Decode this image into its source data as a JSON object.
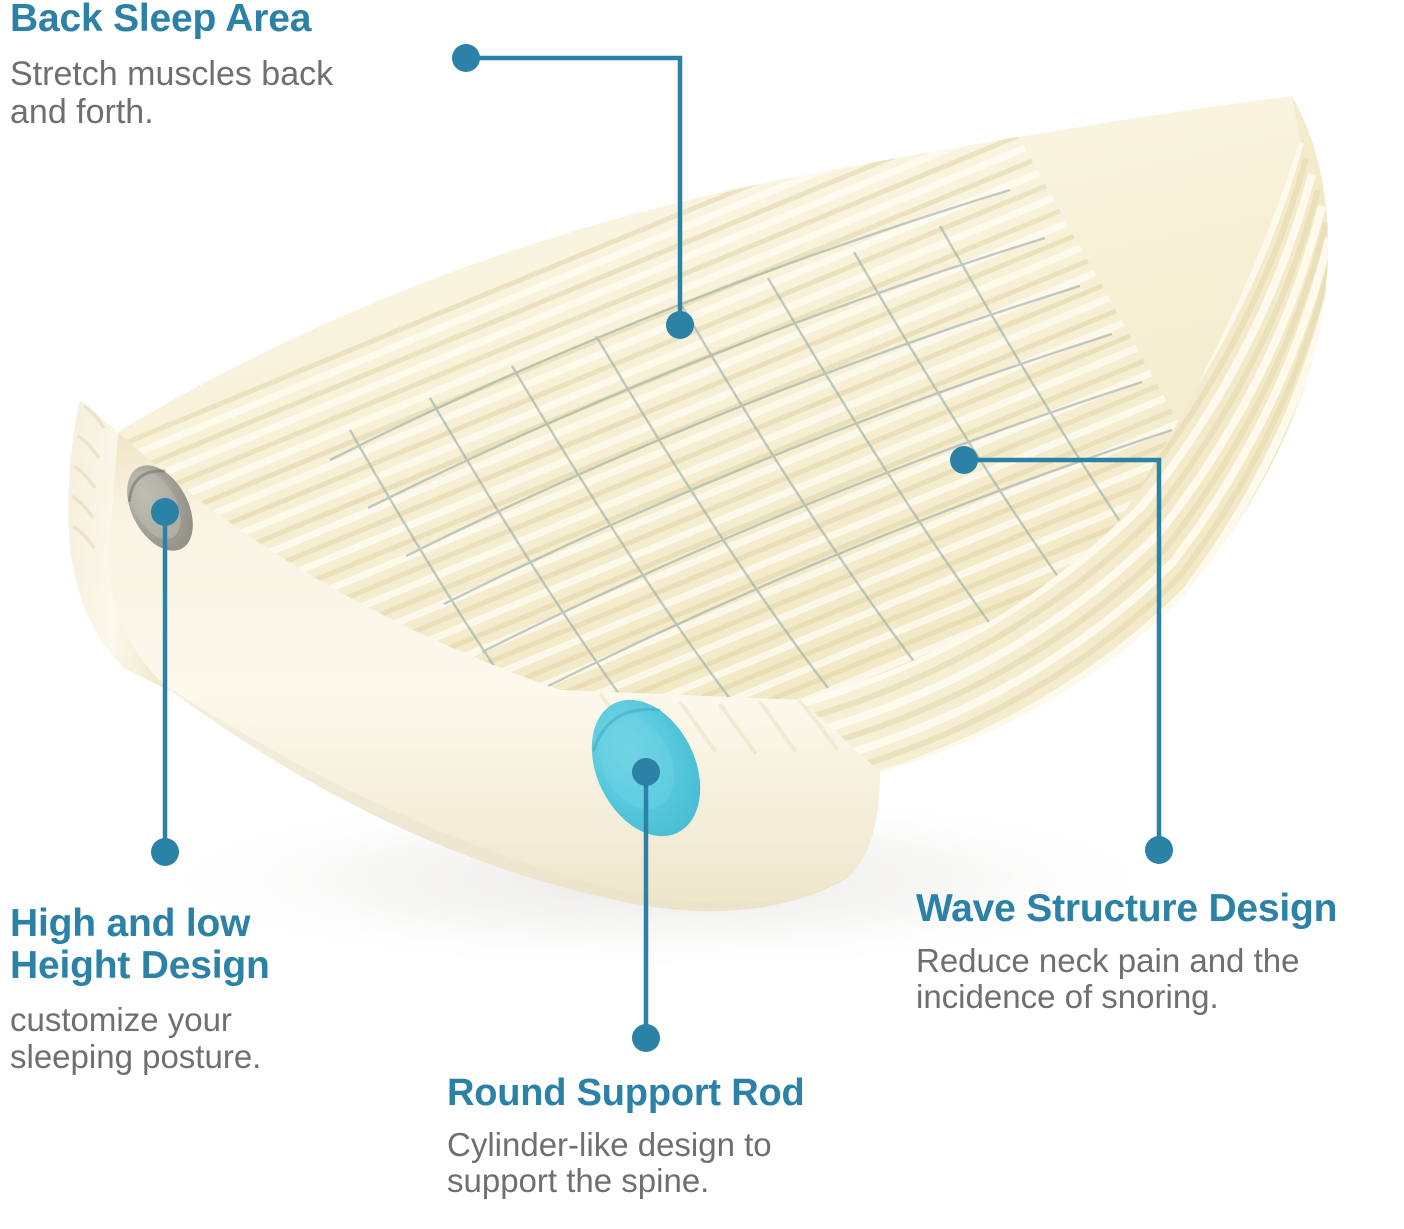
{
  "graphic": {
    "kind": "product-feature-infographic",
    "subject": "contour memory foam pillow",
    "background_color": "#ffffff",
    "accent_color": "#2b81a6",
    "title_color": "#2b81a6",
    "body_color": "#6f6f6f",
    "marker_color": "#2b81a6",
    "foam_color": "#f7f1dc",
    "foam_highlight_color": "#fdfaf0",
    "foam_shadow_color": "#e8dfbe",
    "grid_line_color": "#9aafa8",
    "support_rod_color": "#57c8dd",
    "height_port_color": "#a9a9a1"
  },
  "callouts": [
    {
      "id": "back-sleep-area",
      "title": "Back Sleep Area",
      "body": "Stretch muscles back\nand forth."
    },
    {
      "id": "high-and-low-height-design",
      "title": "High and low\nHeight Design",
      "body": "customize your\nsleeping posture."
    },
    {
      "id": "round-support-rod",
      "title": "Round Support Rod",
      "body": "Cylinder-like design to\nsupport the spine."
    },
    {
      "id": "wave-structure-design",
      "title": "Wave Structure Design",
      "body": "Reduce neck pain and the\nincidence of snoring."
    }
  ],
  "markers": {
    "back_sleep_area": {
      "label_dot": [
        466,
        58
      ],
      "target_dot": [
        680,
        325
      ]
    },
    "height_design": {
      "label_dot": [
        165,
        852
      ],
      "target_dot": [
        165,
        512
      ]
    },
    "support_rod": {
      "label_dot": [
        646,
        1038
      ],
      "target_dot": [
        646,
        772
      ]
    },
    "wave_structure": {
      "label_dot": [
        1159,
        850
      ],
      "target_dot": [
        964,
        460
      ]
    }
  }
}
